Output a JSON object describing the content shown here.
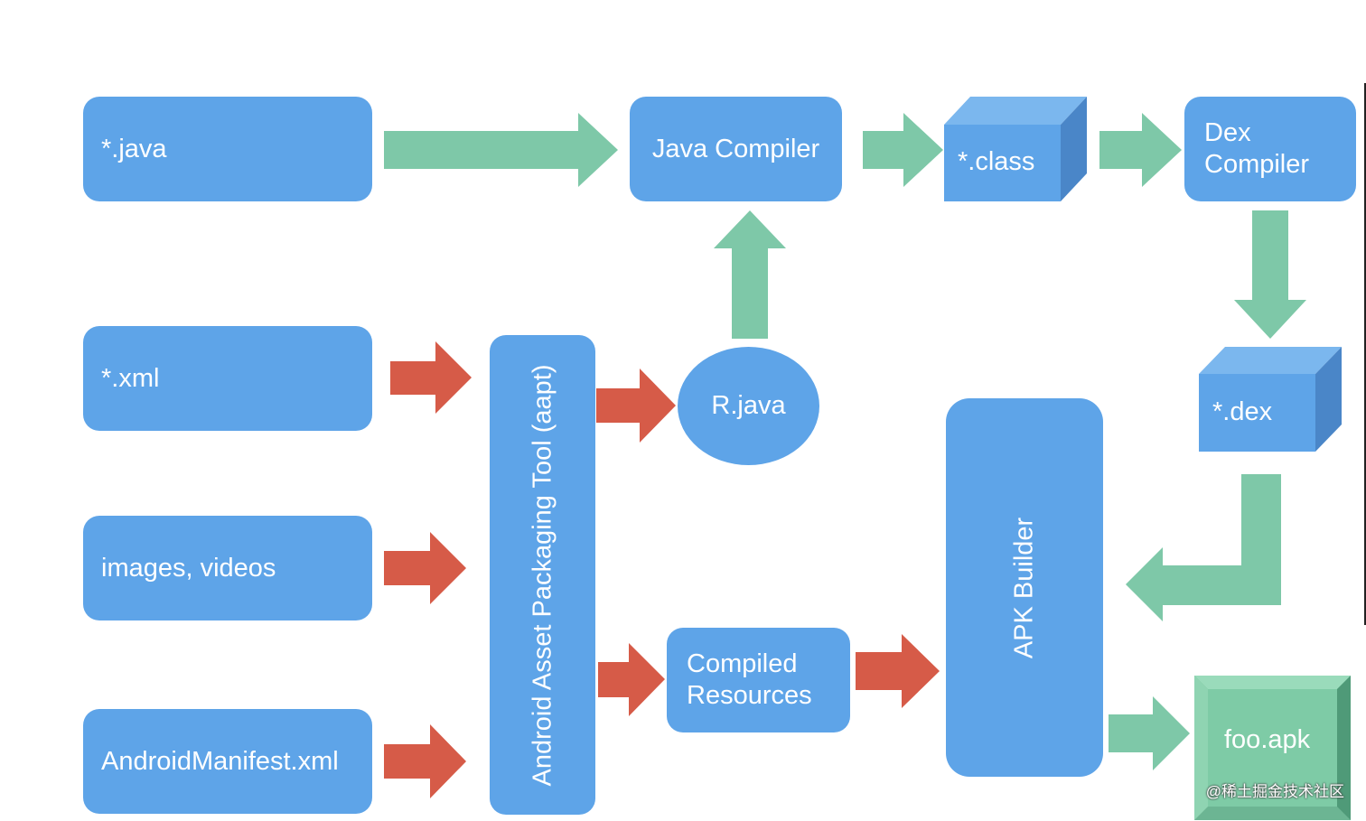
{
  "colors": {
    "box_fill": "#5ea4e8",
    "cube_side": "#4a86c8",
    "cube_top": "#7bb7ee",
    "green_arrow": "#7ec8a8",
    "red_arrow": "#d65b48",
    "apk_fill": "#7ecba6"
  },
  "inputs": {
    "java": "*.java",
    "xml": "*.xml",
    "media": "images, videos",
    "manifest": "AndroidManifest.xml"
  },
  "tools": {
    "java_compiler": "Java Compiler",
    "aapt": "Android Asset Packaging Tool (aapt)",
    "dex_compiler_line1": "Dex",
    "dex_compiler_line2": "Compiler",
    "apk_builder": "APK Builder"
  },
  "artifacts": {
    "class_files": "*.class",
    "dex_files": "*.dex",
    "r_java": "R.java",
    "compiled_resources_line1": "Compiled",
    "compiled_resources_line2": "Resources",
    "apk": "foo.apk"
  },
  "watermark": "@稀土掘金技术社区"
}
